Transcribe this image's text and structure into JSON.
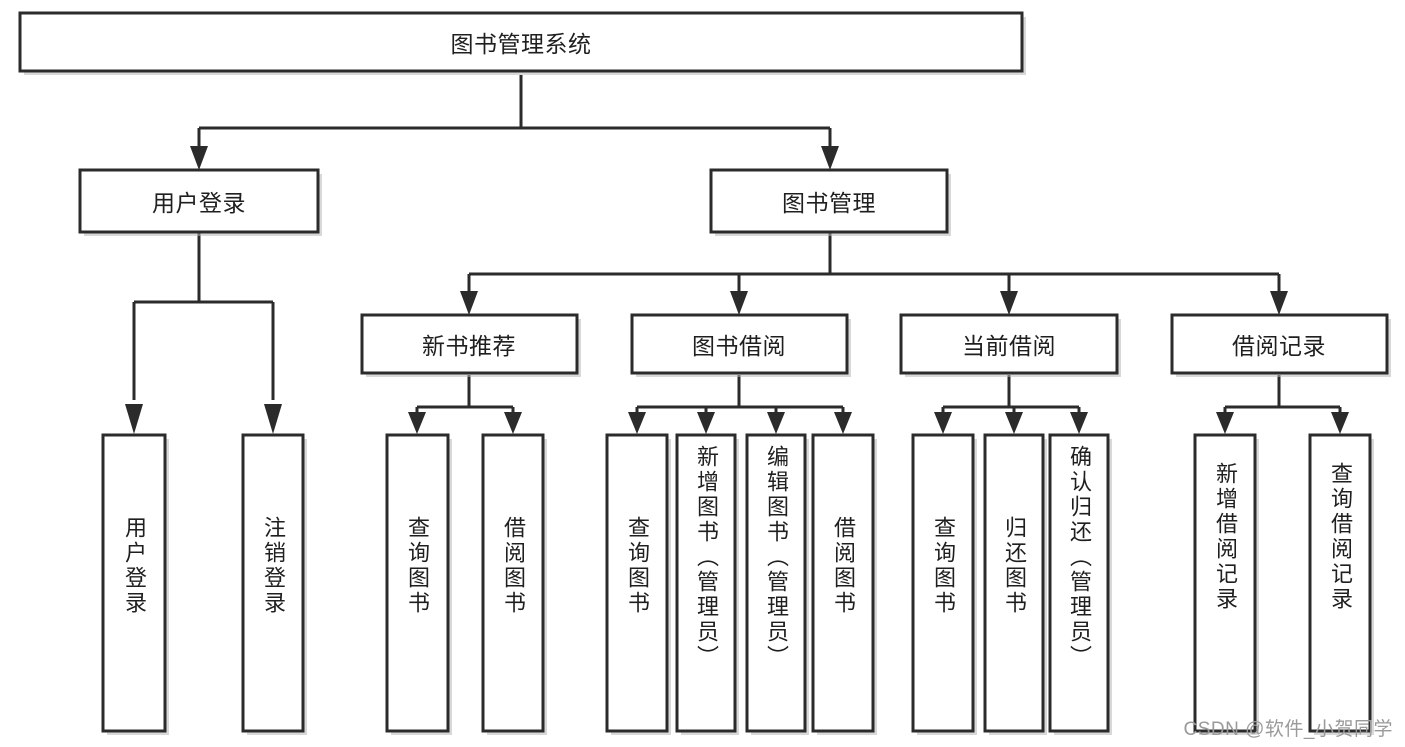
{
  "diagram": {
    "title": "图书管理系统",
    "type": "tree-structure-chart",
    "watermark": "CSDN @软件_小贺同学",
    "colors": {
      "box_stroke": "#2b2b2b",
      "box_fill": "#ffffff",
      "connector": "#2b2b2b",
      "text": "#1f1f1f",
      "watermark": "#9a9a9a",
      "background": "#ffffff"
    },
    "root": {
      "label": "图书管理系统",
      "orientation": "horizontal"
    },
    "level2": [
      {
        "label": "用户登录",
        "orientation": "horizontal"
      },
      {
        "label": "图书管理",
        "orientation": "horizontal"
      }
    ],
    "level3": [
      {
        "label": "新书推荐",
        "orientation": "horizontal"
      },
      {
        "label": "图书借阅",
        "orientation": "horizontal"
      },
      {
        "label": "当前借阅",
        "orientation": "horizontal"
      },
      {
        "label": "借阅记录",
        "orientation": "horizontal"
      }
    ],
    "leaves": [
      {
        "label": "用户登录",
        "parent": "用户登录",
        "orientation": "vertical"
      },
      {
        "label": "注销登录",
        "parent": "用户登录",
        "orientation": "vertical"
      },
      {
        "label": "查询图书",
        "parent": "新书推荐",
        "orientation": "vertical"
      },
      {
        "label": "借阅图书",
        "parent": "新书推荐",
        "orientation": "vertical"
      },
      {
        "label": "查询图书",
        "parent": "图书借阅",
        "orientation": "vertical"
      },
      {
        "label": "新增图书（管理员）",
        "parent": "图书借阅",
        "orientation": "vertical"
      },
      {
        "label": "编辑图书（管理员）",
        "parent": "图书借阅",
        "orientation": "vertical"
      },
      {
        "label": "借阅图书",
        "parent": "图书借阅",
        "orientation": "vertical"
      },
      {
        "label": "查询图书",
        "parent": "当前借阅",
        "orientation": "vertical"
      },
      {
        "label": "归还图书",
        "parent": "当前借阅",
        "orientation": "vertical"
      },
      {
        "label": "确认归还（管理员）",
        "parent": "当前借阅",
        "orientation": "vertical"
      },
      {
        "label": "新增借阅记录",
        "parent": "借阅记录",
        "orientation": "vertical"
      },
      {
        "label": "查询借阅记录",
        "parent": "借阅记录",
        "orientation": "vertical"
      }
    ]
  }
}
